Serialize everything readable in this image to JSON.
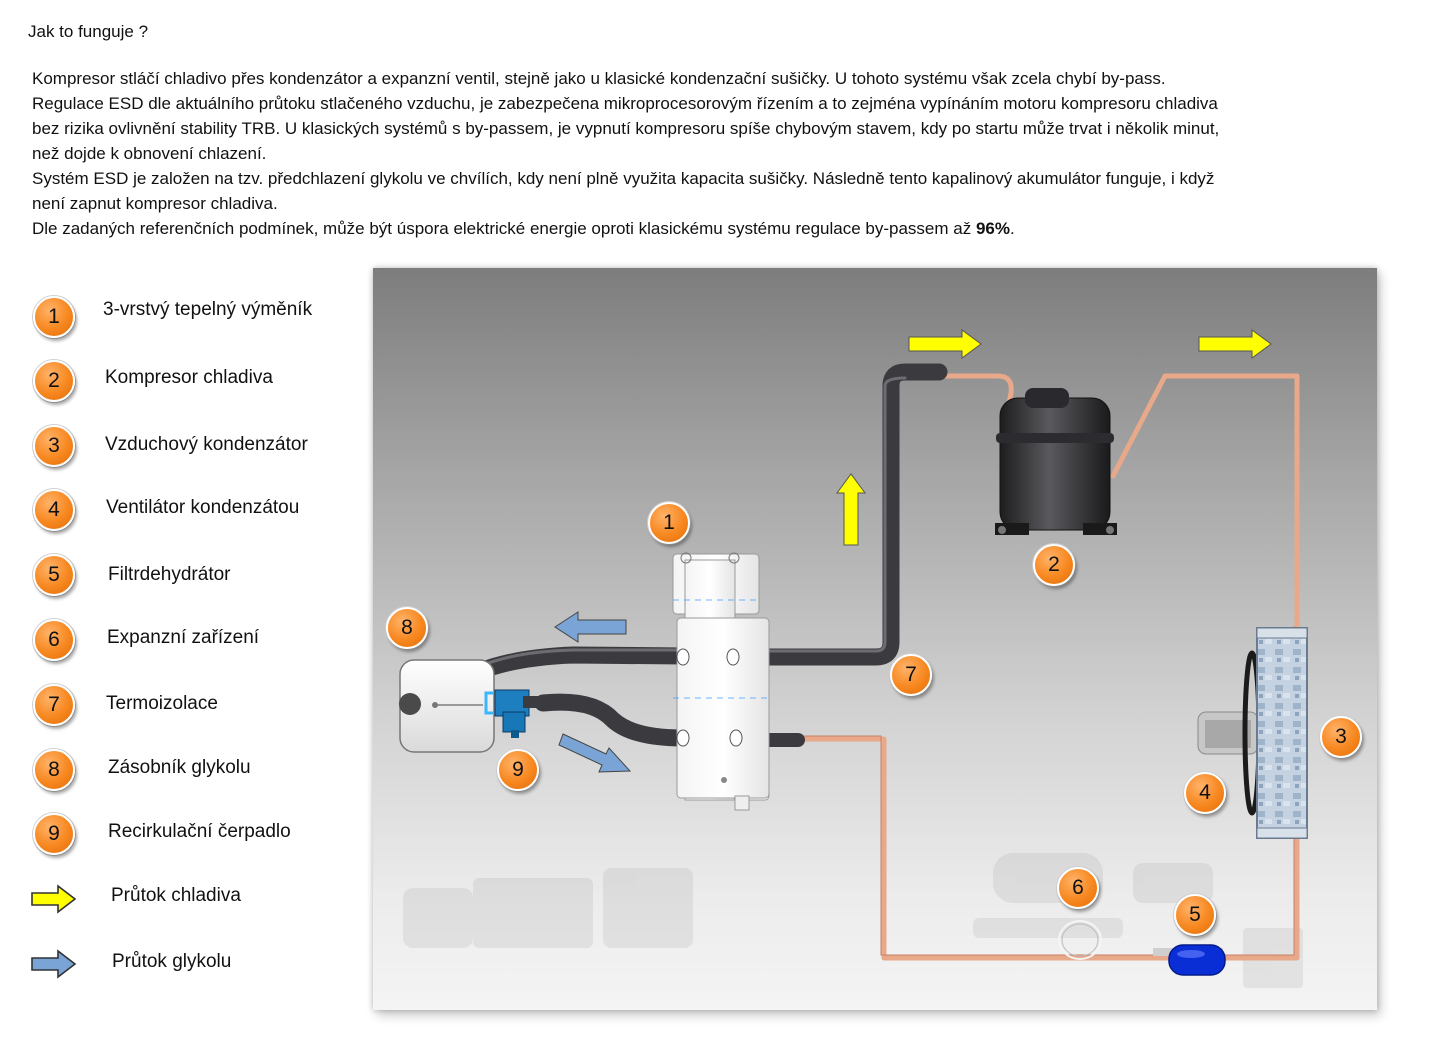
{
  "heading": "Jak to funguje ?",
  "intro": {
    "lines": [
      "Kompresor stláčí chladivo přes kondenzátor a expanzní ventil, stejně jako u klasické kondenzační sušičky. U tohoto systému však zcela chybí  by-pass.",
      "Regulace ESD dle aktuálního průtoku stlačeného vzduchu, je zabezpečena mikroprocesorovým řízením a to zejména vypínáním motoru kompresoru chladiva",
      "bez rizika ovlivnění stability  TRB. U klasických systémů s by-passem, je vypnutí kompresoru spíše chybovým stavem, kdy po startu může trvat i několik minut,",
      "než dojde k obnovení chlazení.",
      "Systém ESD je založen na tzv. předchlazení glykolu ve chvílích, kdy není plně využita kapacita sušičky. Následně tento kapalinový akumulátor funguje, i když",
      "není zapnut kompresor chladiva."
    ],
    "last_line_prefix": "Dle zadaných referenčních podmínek, může být úspora elektrické energie oproti klasickému systému regulace by-passem až ",
    "last_line_bold": "96%",
    "last_line_suffix": "."
  },
  "legend": {
    "items": [
      {
        "number": "1",
        "label": "3-vrstvý tepelný výměník"
      },
      {
        "number": "2",
        "label": "Kompresor chladiva"
      },
      {
        "number": "3",
        "label": "Vzduchový kondenzátor"
      },
      {
        "number": "4",
        "label": "Ventilátor kondenzátou"
      },
      {
        "number": "5",
        "label": "Filtrdehydrátor"
      },
      {
        "number": "6",
        "label": "Expanzní zařízení"
      },
      {
        "number": "7",
        "label": "Termoizolace"
      },
      {
        "number": "8",
        "label": "Zásobník glykolu"
      },
      {
        "number": "9",
        "label": "Recirkulační čerpadlo"
      }
    ],
    "refrigerant_flow": "Průtok chladiva",
    "glycol_flow": "Průtok glykolu"
  },
  "diagram": {
    "markers": [
      "1",
      "2",
      "3",
      "4",
      "5",
      "6",
      "7",
      "8",
      "9"
    ]
  },
  "colors": {
    "badge_orange": "#f7871f",
    "refrigerant_arrow": "#ffff00",
    "glycol_arrow": "#7aa4d6",
    "copper_pipe": "#e9a98a",
    "insulation": "#3b3b3f"
  }
}
